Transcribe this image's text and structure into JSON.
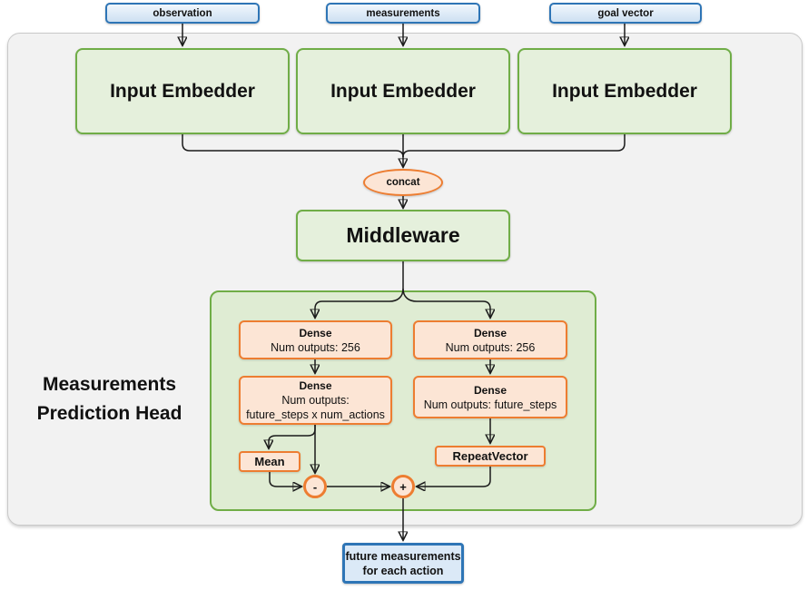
{
  "diagram_title": "Measurements Prediction Head",
  "colors": {
    "blue_border": "#2e75b6",
    "blue_out_fill": "#dbe9f7",
    "green_border": "#70ad47",
    "green_fill": "#e5f0dc",
    "green_container_fill": "#dfecd3",
    "orange_border": "#ed7d31",
    "orange_fill": "#fce5d5",
    "gray_fill": "#f2f2f2",
    "gray_border": "#c9c9c9",
    "line": "#1a1a1a"
  },
  "inputs": [
    {
      "label": "observation"
    },
    {
      "label": "measurements"
    },
    {
      "label": "goal vector"
    }
  ],
  "embedders": [
    {
      "label": "Input Embedder"
    },
    {
      "label": "Input Embedder"
    },
    {
      "label": "Input Embedder"
    }
  ],
  "concat": {
    "label": "concat"
  },
  "middleware": {
    "label": "Middleware"
  },
  "head": {
    "title_line1": "Measurements",
    "title_line2": "Prediction Head",
    "dense_left_1": {
      "title": "Dense",
      "line1": "Num outputs: 256"
    },
    "dense_left_2": {
      "title": "Dense",
      "line1": "Num outputs:",
      "line2": "future_steps x num_actions"
    },
    "dense_right_1": {
      "title": "Dense",
      "line1": "Num outputs: 256"
    },
    "dense_right_2": {
      "title": "Dense",
      "line1": "Num outputs: future_steps"
    },
    "mean": {
      "label": "Mean"
    },
    "repeat_vector": {
      "label": "RepeatVector"
    },
    "minus": {
      "label": "-"
    },
    "plus": {
      "label": "+"
    }
  },
  "output": {
    "line1": "future measurements",
    "line2": "for each action"
  }
}
